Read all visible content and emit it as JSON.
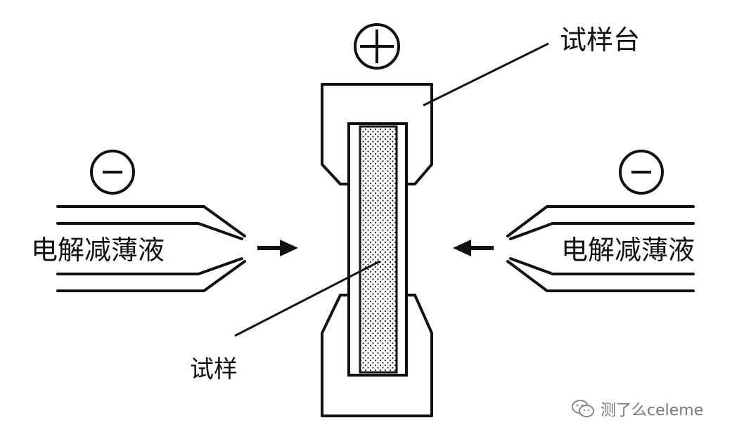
{
  "labels": {
    "sample_stage": "试样台",
    "sample": "试样",
    "left_solution": "电解减薄液",
    "right_solution": "电解减薄液",
    "anode_sign": "+",
    "left_cathode_sign": "−",
    "right_cathode_sign": "−"
  },
  "watermark": {
    "text": "测了么celeme",
    "icon": "wechat-icon"
  },
  "colors": {
    "ink": "#111111",
    "background": "#ffffff",
    "watermark": "#777777"
  }
}
